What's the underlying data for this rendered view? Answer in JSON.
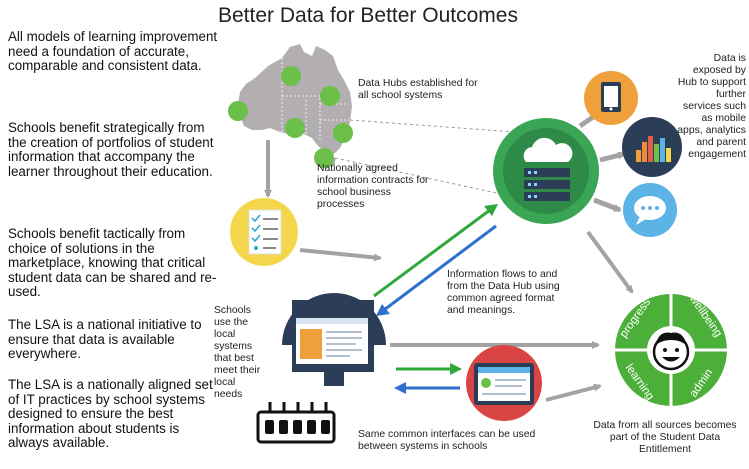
{
  "title": "Better Data for Better Outcomes",
  "left_paragraphs": [
    "All models of  learning improvement need a foundation of accurate, comparable and consistent data.",
    "Schools benefit strategically from the creation of portfolios of student information that accompany the learner throughout their education.",
    "Schools benefit tactically from choice of solutions in the marketplace, knowing that critical student data can be shared and re-used.",
    "The LSA is a national initiative to ensure that data is available everywhere.",
    "The LSA is a nationally aligned set of IT practices by school systems designed to ensure the best information about students is always available."
  ],
  "labels": {
    "data_hubs": "Data Hubs established for all school systems",
    "contracts": "Nationally agreed information contracts for school business processes",
    "exposed": "Data is exposed by Hub to support further services such as mobile apps, analytics and parent engagement",
    "info_flows": "Information flows to and from the Data Hub using common agreed format and meanings.",
    "schools_local": "Schools use the local systems that best meet their local needs",
    "common_interfaces": "Same common interfaces can be used between systems in schools",
    "entitlement": "Data from all sources becomes part of the Student Data Entitlement"
  },
  "entitlement_segments": [
    "progress",
    "wellbeing",
    "learning",
    "admin"
  ],
  "icons": [
    "australia-map",
    "checklist-icon",
    "cloud-server-icon",
    "tablet-icon",
    "analytics-bars-icon",
    "chat-bubble-icon",
    "desktop-computer-icon",
    "tablet-app-icon",
    "student-face-icon"
  ],
  "colors": {
    "map": "#b3aeb2",
    "hub_dot": "#6cc04a",
    "hub_circle": "#3aa655",
    "green_arrow": "#2fa83a",
    "blue_arrow": "#2f6fd0",
    "grey_arrow": "#a3a3a3",
    "orange": "#f0a03a",
    "navy": "#2c3e57",
    "sky": "#5bb3e6",
    "yellow": "#f3d64b",
    "red": "#d94545",
    "entitlement_green": "#4caf3a"
  }
}
